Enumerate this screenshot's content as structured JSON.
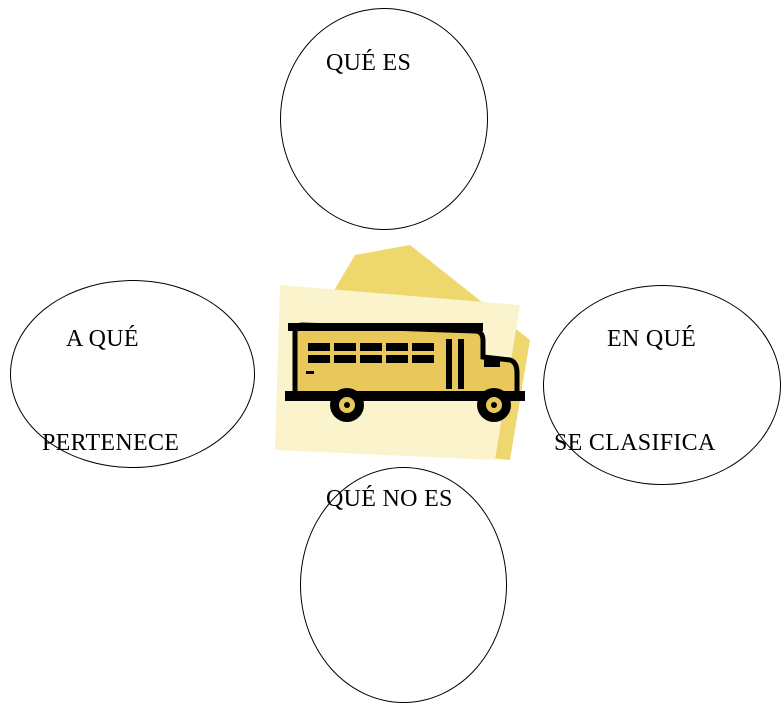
{
  "diagram": {
    "top_bubble": {
      "text": "QUÉ ES"
    },
    "left_bubble": {
      "line1": "A QUÉ",
      "line2": "PERTENECE"
    },
    "right_bubble": {
      "line1": "EN QUÉ",
      "line2": "SE CLASIFICA"
    },
    "bottom_bubble": {
      "text": "QUÉ NO ES"
    },
    "center_image": {
      "icon": "school-bus-icon"
    }
  },
  "colors": {
    "bus_body": "#E8C85A",
    "back_paper": "#EED86E",
    "front_paper": "#FBF3CC",
    "outline": "#000000"
  }
}
